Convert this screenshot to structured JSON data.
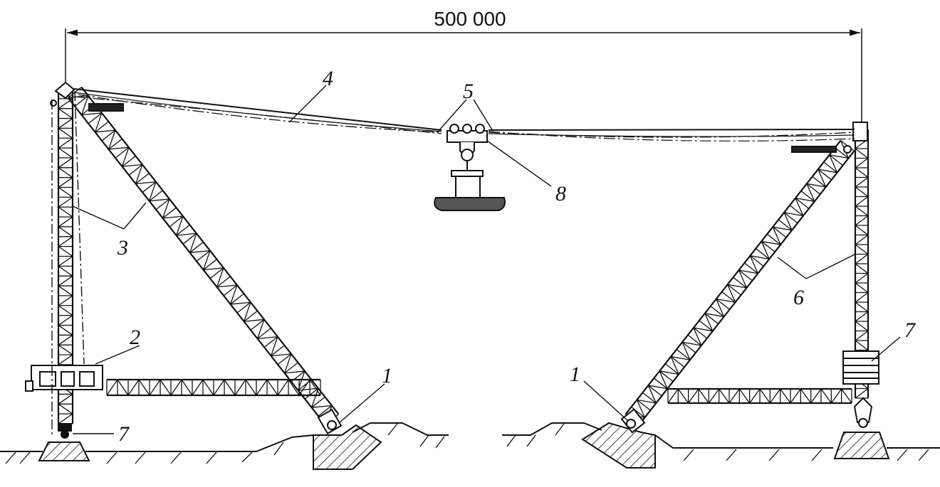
{
  "figure": {
    "dimension_label": "500 000",
    "callouts": {
      "c1_left": "1",
      "c1_right": "1",
      "c2": "2",
      "c3": "3",
      "c4": "4",
      "c5": "5",
      "c6": "6",
      "c7_left": "7",
      "c7_right": "7",
      "c8": "8"
    }
  },
  "colors": {
    "ink": "#111111",
    "background": "#ffffff"
  }
}
